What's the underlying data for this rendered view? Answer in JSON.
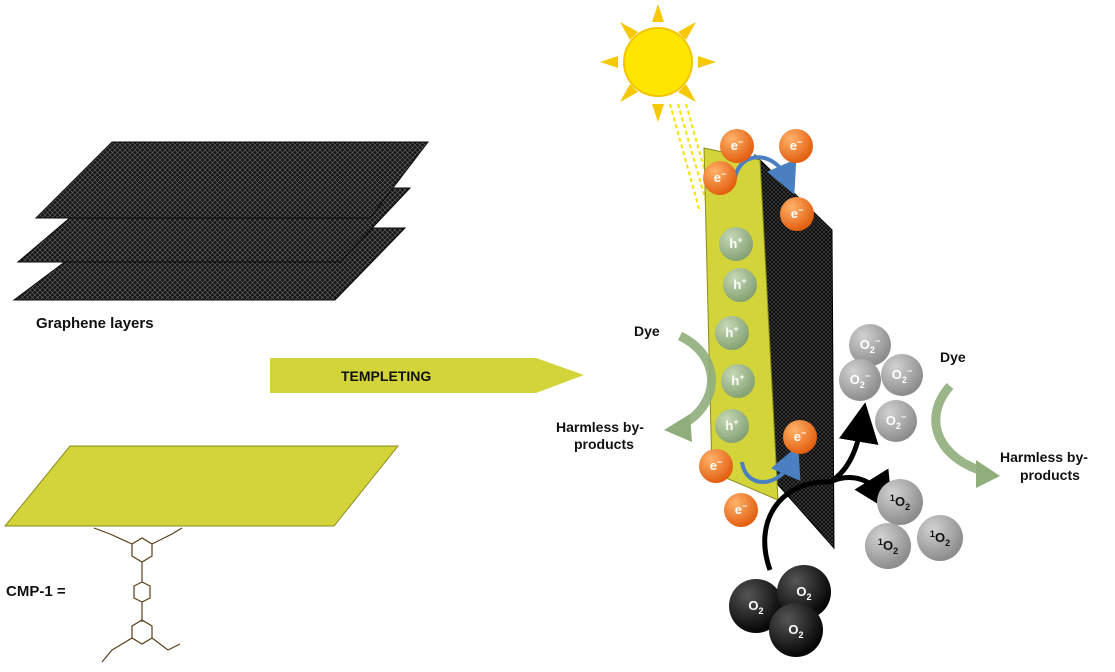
{
  "colors": {
    "graphene": "#1b1b1b",
    "cmp": "#d2d43a",
    "cmp_stroke": "#8a8c1a",
    "electron": "#ee7a22",
    "hole": "#9db58f",
    "sun": "#ffe600",
    "sun_rays": "#f5c800",
    "radical": "#a3a3a3",
    "oxygen": "#111111",
    "dye_arrow": "#8fae7c",
    "transfer_arrow": "#4a7fc1"
  },
  "labels": {
    "graphene_layers": "Graphene layers",
    "templeting": "TEMPLETING",
    "cmp1": "CMP-1 =",
    "dye_left": "Dye",
    "byproducts_left_1": "Harmless by-",
    "byproducts_left_2": "products",
    "dye_right": "Dye",
    "byproducts_right_1": "Harmless by-",
    "byproducts_right_2": "products"
  },
  "particles": {
    "electron": "e",
    "electron_sup": "−",
    "hole": "h",
    "hole_sup": "+",
    "superoxide": "O",
    "superoxide_sub": "2",
    "superoxide_sup": "−",
    "singlet_pre": "1",
    "singlet": "O",
    "singlet_sub": "2",
    "oxygen": "O",
    "oxygen_sub": "2"
  },
  "icons": {
    "sun": "sun-icon",
    "graphene": "graphene-sheet",
    "cmp": "cmp-sheet",
    "molecule": "cmp1-molecule"
  }
}
